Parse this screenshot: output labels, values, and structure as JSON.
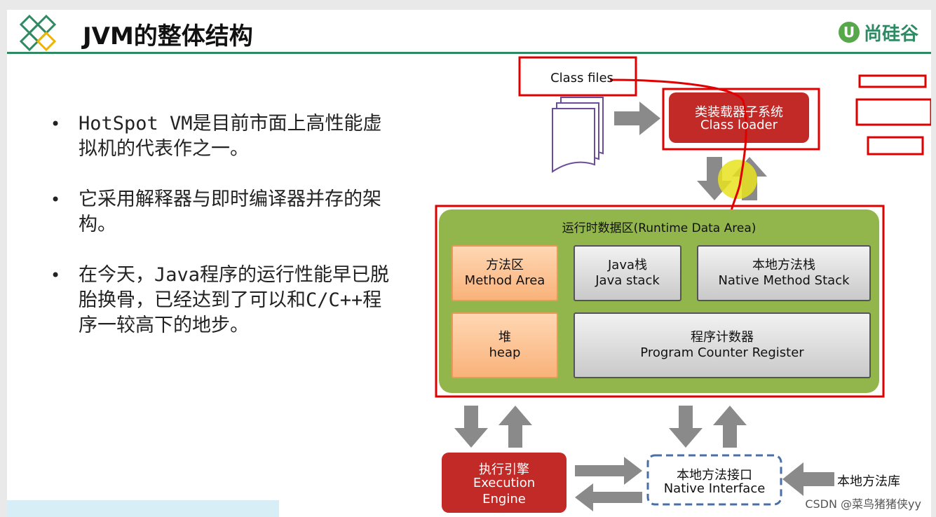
{
  "header": {
    "title": "JVM的整体结构",
    "brand": "尚硅谷",
    "brand_mark": "U"
  },
  "bullets": [
    "HotSpot VM是目前市面上高性能虚拟机的代表作之一。",
    "它采用解释器与即时编译器并存的架构。",
    "在今天，Java程序的运行性能早已脱胎换骨，已经达到了可以和C/C++程序一较高下的地步。"
  ],
  "bullet_symbol": "•",
  "diagram": {
    "class_files": "Class files",
    "class_loader_cn": "类装载器子系统",
    "class_loader_en": "Class loader",
    "runtime_area": "运行时数据区(Runtime Data Area)",
    "method_area_cn": "方法区",
    "method_area_en": "Method Area",
    "java_stack_cn": "Java栈",
    "java_stack_en": "Java stack",
    "native_stack_cn": "本地方法栈",
    "native_stack_en": "Native Method Stack",
    "heap_cn": "堆",
    "heap_en": "heap",
    "pc_cn": "程序计数器",
    "pc_en": "Program Counter Register",
    "exec_cn": "执行引擎",
    "exec_en1": "Execution",
    "exec_en2": "Engine",
    "native_if_cn": "本地方法接口",
    "native_if_en": "Native Interface",
    "native_lib": "本地方法库"
  },
  "watermark": "CSDN @菜鸟猪猪侠yy",
  "colors": {
    "accent_green": "#2f8a63",
    "annotation_red": "#e00000",
    "runtime_green": "#8fb34a",
    "highlight_yellow": "#e8e21f"
  }
}
